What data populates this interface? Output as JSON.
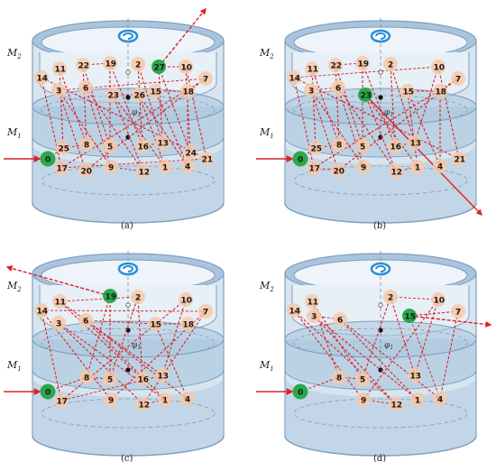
{
  "panels": [
    {
      "id": "a",
      "caption": "(a)",
      "mirror_top": "M",
      "mirror_top_sub": "2",
      "mirror_bottom": "M",
      "mirror_bottom_sub": "1",
      "angle_label": "φ",
      "angle_sub": "1",
      "spots_top": [
        "11",
        "22",
        "19",
        "2",
        "27",
        "10",
        "14",
        "7",
        "3",
        "6",
        "23",
        "26",
        "15",
        "18"
      ],
      "spots_bottom": [
        "25",
        "8",
        "5",
        "16",
        "13",
        "24",
        "21",
        "17",
        "20",
        "9",
        "12",
        "1",
        "4"
      ],
      "entry_spot": "0",
      "exit_spot": "27"
    },
    {
      "id": "b",
      "caption": "(b)",
      "mirror_top": "M",
      "mirror_top_sub": "2",
      "mirror_bottom": "M",
      "mirror_bottom_sub": "1",
      "angle_label": "φ",
      "angle_sub": "1",
      "spots_top": [
        "11",
        "22",
        "19",
        "2",
        "10",
        "14",
        "7",
        "3",
        "6",
        "23",
        "15",
        "18"
      ],
      "spots_bottom": [
        "25",
        "8",
        "5",
        "16",
        "13",
        "21",
        "17",
        "20",
        "9",
        "12",
        "1",
        "4"
      ],
      "entry_spot": "0",
      "exit_spot": "23"
    },
    {
      "id": "c",
      "caption": "(c)",
      "mirror_top": "M",
      "mirror_top_sub": "2",
      "mirror_bottom": "M",
      "mirror_bottom_sub": "1",
      "angle_label": "φ",
      "angle_sub": "1",
      "spots_top": [
        "19",
        "2",
        "11",
        "10",
        "14",
        "7",
        "3",
        "6",
        "15",
        "18"
      ],
      "spots_bottom": [
        "8",
        "5",
        "16",
        "13",
        "17",
        "9",
        "12",
        "1",
        "4"
      ],
      "entry_spot": "0",
      "exit_spot": "19"
    },
    {
      "id": "d",
      "caption": "(d)",
      "mirror_top": "M",
      "mirror_top_sub": "2",
      "mirror_bottom": "M",
      "mirror_bottom_sub": "1",
      "angle_label": "φ",
      "angle_sub": "1",
      "spots_top": [
        "11",
        "2",
        "10",
        "14",
        "3",
        "6",
        "7",
        "15"
      ],
      "spots_bottom": [
        "8",
        "5",
        "13",
        "9",
        "12",
        "1",
        "4"
      ],
      "entry_spot": "0",
      "exit_spot": "15"
    }
  ],
  "colors": {
    "glass": "#a9c4dc",
    "glass_dark": "#7f9fbd",
    "glass_light": "#d7e5f1",
    "spot": "#f6c9a8",
    "spot_active": "#2aa84a",
    "beam": "#e02020",
    "knob": "#2a8fd8"
  }
}
